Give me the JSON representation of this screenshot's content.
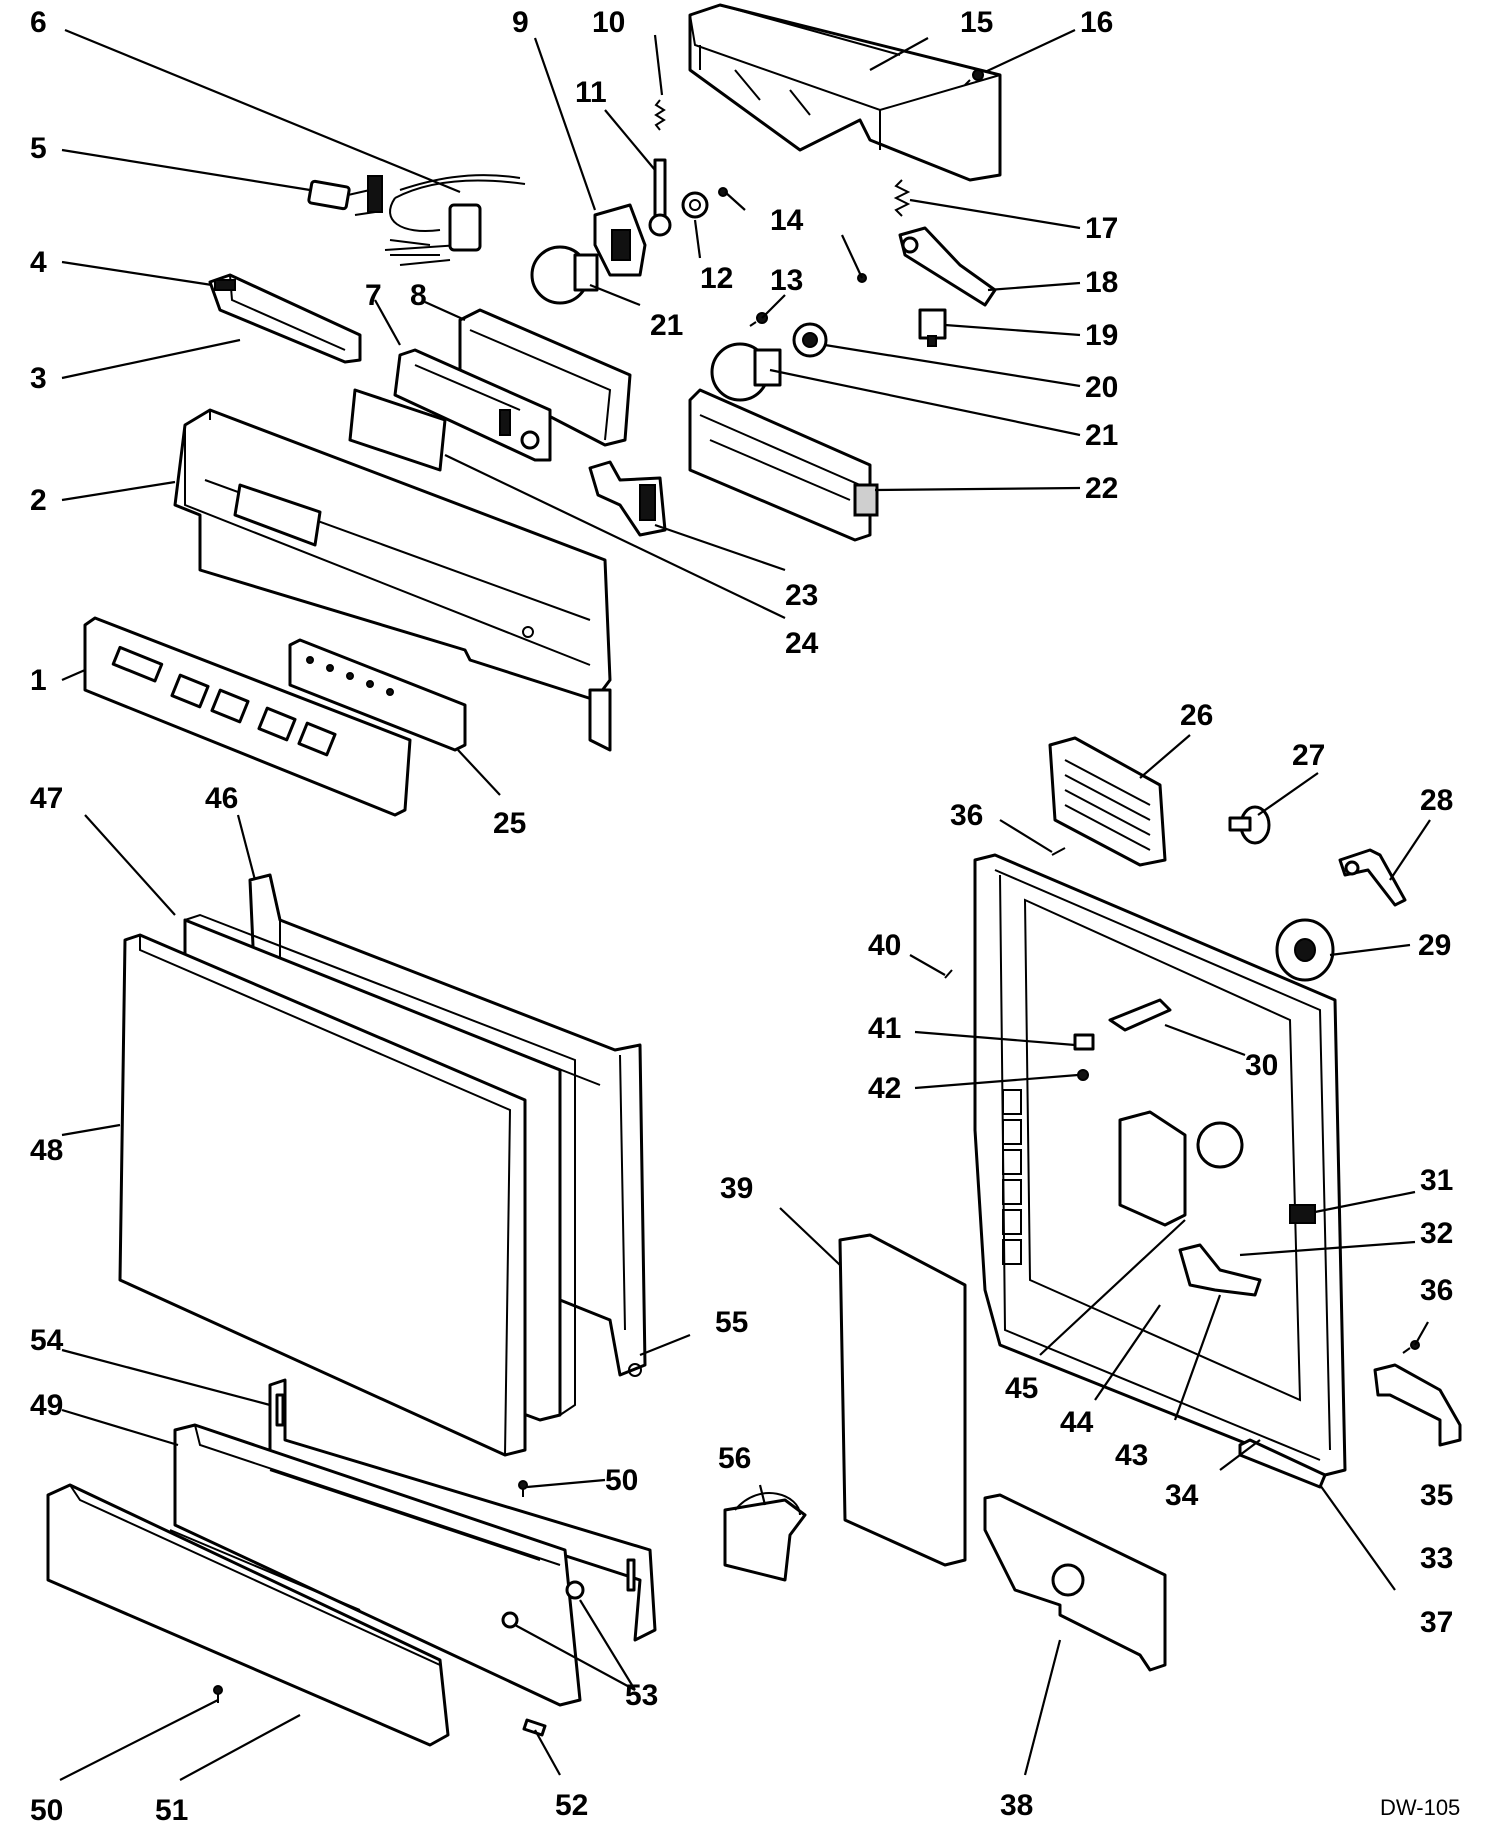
{
  "diagram_code": "DW-105",
  "callouts": [
    {
      "id": "c1",
      "label": "1"
    },
    {
      "id": "c2",
      "label": "2"
    },
    {
      "id": "c3",
      "label": "3"
    },
    {
      "id": "c4",
      "label": "4"
    },
    {
      "id": "c5",
      "label": "5"
    },
    {
      "id": "c6",
      "label": "6"
    },
    {
      "id": "c7",
      "label": "7"
    },
    {
      "id": "c8",
      "label": "8"
    },
    {
      "id": "c9",
      "label": "9"
    },
    {
      "id": "c10",
      "label": "10"
    },
    {
      "id": "c11",
      "label": "11"
    },
    {
      "id": "c12",
      "label": "12"
    },
    {
      "id": "c13",
      "label": "13"
    },
    {
      "id": "c14",
      "label": "14"
    },
    {
      "id": "c15",
      "label": "15"
    },
    {
      "id": "c16",
      "label": "16"
    },
    {
      "id": "c17",
      "label": "17"
    },
    {
      "id": "c18",
      "label": "18"
    },
    {
      "id": "c19",
      "label": "19"
    },
    {
      "id": "c20",
      "label": "20"
    },
    {
      "id": "c21a",
      "label": "21"
    },
    {
      "id": "c21b",
      "label": "21"
    },
    {
      "id": "c22",
      "label": "22"
    },
    {
      "id": "c23",
      "label": "23"
    },
    {
      "id": "c24",
      "label": "24"
    },
    {
      "id": "c25",
      "label": "25"
    },
    {
      "id": "c26",
      "label": "26"
    },
    {
      "id": "c27",
      "label": "27"
    },
    {
      "id": "c28",
      "label": "28"
    },
    {
      "id": "c29",
      "label": "29"
    },
    {
      "id": "c30",
      "label": "30"
    },
    {
      "id": "c31",
      "label": "31"
    },
    {
      "id": "c32",
      "label": "32"
    },
    {
      "id": "c33",
      "label": "33"
    },
    {
      "id": "c34",
      "label": "34"
    },
    {
      "id": "c35",
      "label": "35"
    },
    {
      "id": "c36a",
      "label": "36"
    },
    {
      "id": "c36b",
      "label": "36"
    },
    {
      "id": "c37",
      "label": "37"
    },
    {
      "id": "c38",
      "label": "38"
    },
    {
      "id": "c39",
      "label": "39"
    },
    {
      "id": "c40",
      "label": "40"
    },
    {
      "id": "c41",
      "label": "41"
    },
    {
      "id": "c42",
      "label": "42"
    },
    {
      "id": "c43",
      "label": "43"
    },
    {
      "id": "c44",
      "label": "44"
    },
    {
      "id": "c45",
      "label": "45"
    },
    {
      "id": "c46",
      "label": "46"
    },
    {
      "id": "c47",
      "label": "47"
    },
    {
      "id": "c48",
      "label": "48"
    },
    {
      "id": "c49",
      "label": "49"
    },
    {
      "id": "c50a",
      "label": "50"
    },
    {
      "id": "c50b",
      "label": "50"
    },
    {
      "id": "c51",
      "label": "51"
    },
    {
      "id": "c52",
      "label": "52"
    },
    {
      "id": "c53",
      "label": "53"
    },
    {
      "id": "c54",
      "label": "54"
    },
    {
      "id": "c55",
      "label": "55"
    },
    {
      "id": "c56",
      "label": "56"
    }
  ]
}
